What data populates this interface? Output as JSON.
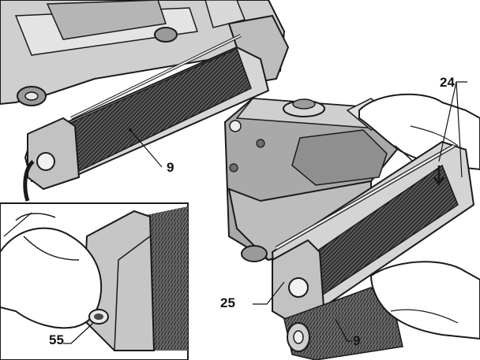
{
  "callouts": {
    "brush_roller_top": "9",
    "release_arrow_24": "24",
    "end_cap_25": "25",
    "brush_roller_removed": "9",
    "release_button_55": "55"
  },
  "colors": {
    "machine_body": "#c9c9c9",
    "machine_shadow": "#8e8e8e",
    "bristles": "#4a4a4a",
    "outline": "#1a1a1a",
    "hand": "#ffffff"
  }
}
